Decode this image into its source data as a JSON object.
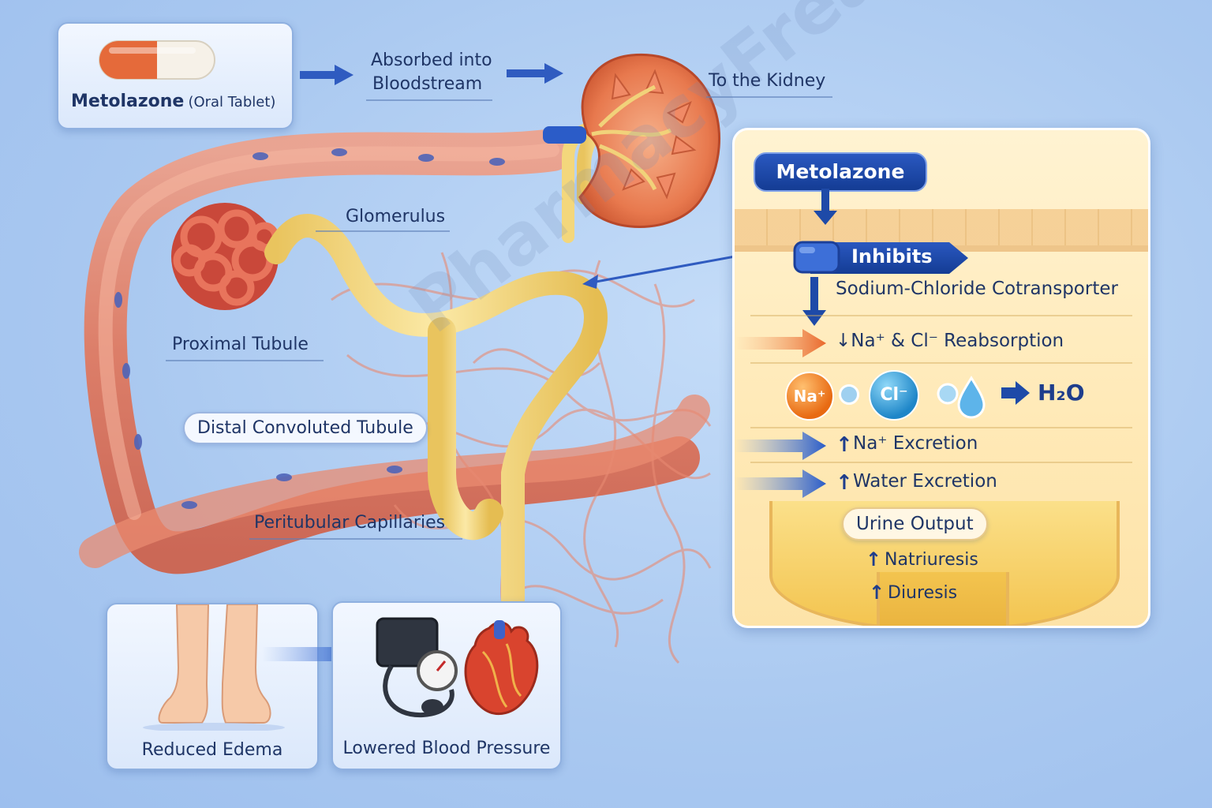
{
  "drug_card": {
    "name": "Metolazone",
    "form": "(Oral Tablet)"
  },
  "flow": {
    "absorbed_line1": "Absorbed into",
    "absorbed_line2": "Bloodstream",
    "to_kidney": "To the Kidney"
  },
  "anatomy_labels": {
    "glomerulus": "Glomerulus",
    "proximal_tubule": "Proximal Tubule",
    "distal_tubule": "Distal Convoluted Tubule",
    "peritubular": "Peritubular Capillaries"
  },
  "mechanism_panel": {
    "drug": "Metolazone",
    "inhibits": "Inhibits",
    "target": "Sodium-Chloride Cotransporter",
    "reabsorption": "↓Na⁺ & Cl⁻ Reabsorption",
    "ions": {
      "na": "Na⁺",
      "cl": "Cl⁻",
      "water": "H₂O"
    },
    "na_excretion": "Na⁺ Excretion",
    "water_excretion": "Water Excretion",
    "urine_output": "Urine Output",
    "natriuresis": "Natriuresis",
    "diuresis": "Diuresis"
  },
  "outcomes": {
    "edema": "Reduced Edema",
    "bp": "Lowered Blood Pressure"
  },
  "watermark": "PharmacyFreak",
  "colors": {
    "background": "#a9c8f0",
    "accent_blue": "#1e4aa8",
    "vessel_red": "#e2765a",
    "tubule_yellow": "#f3d77c"
  }
}
